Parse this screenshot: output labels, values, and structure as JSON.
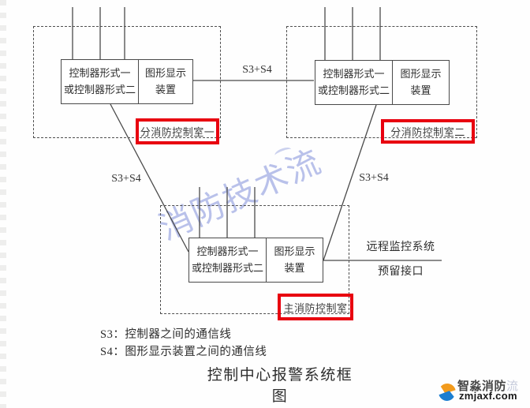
{
  "diagram": {
    "title": "控制中心报警系统框图",
    "watermark": "消防技术流",
    "nodes": {
      "sub1": {
        "controller_line1": "控制器形式一",
        "controller_line2": "或控制器形式二",
        "display_line1": "图形显示",
        "display_line2": "装置",
        "room_label": "分消防控制室一"
      },
      "sub2": {
        "controller_line1": "控制器形式一",
        "controller_line2": "或控制器形式二",
        "display_line1": "图形显示",
        "display_line2": "装置",
        "room_label": "分消防控制室二"
      },
      "main": {
        "controller_line1": "控制器形式一",
        "controller_line2": "或控制器形式二",
        "display_line1": "图形显示",
        "display_line2": "装置",
        "room_label": "主消防控制室"
      }
    },
    "links": {
      "s3_s4": "S3+S4",
      "remote_line1": "远程监控系统",
      "remote_line2": "预留接口"
    },
    "legend": {
      "s3": "S3：控制器之间的通信线",
      "s4": "S4：图形显示装置之间的通信线"
    },
    "colors": {
      "highlight_red": "#e8000f",
      "watermark_blue": "#808ed8",
      "line_gray": "#4a4a4a",
      "logo_orange": "#f29b1d",
      "logo_blue": "#1b7ed1"
    },
    "logo": {
      "brand": "智淼消防",
      "brand_suffix": "流",
      "domain": "zmjaxf.com"
    }
  }
}
